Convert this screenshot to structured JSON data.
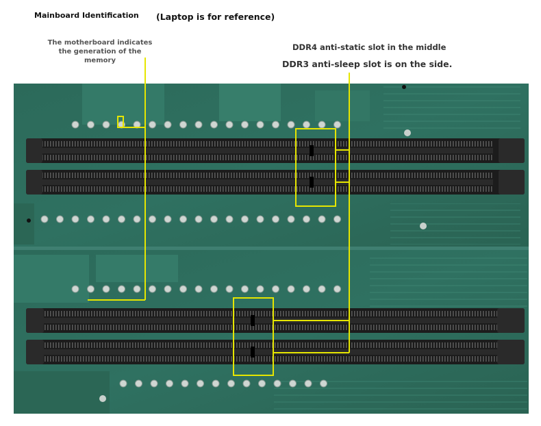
{
  "annotations": {
    "title": "Mainboard Identification",
    "reference_note": "(Laptop is for reference)",
    "motherboard_note": "The motherboard indicates the generation of the memory",
    "ddr4_note": "DDR4 anti-static slot in the middle",
    "ddr3_note": "DDR3 anti-sleep slot is on the side."
  },
  "colors": {
    "pcb_green": "#2f6b5c",
    "slot_black": "#1b1b1b",
    "callout_yellow": "#e6e600"
  }
}
